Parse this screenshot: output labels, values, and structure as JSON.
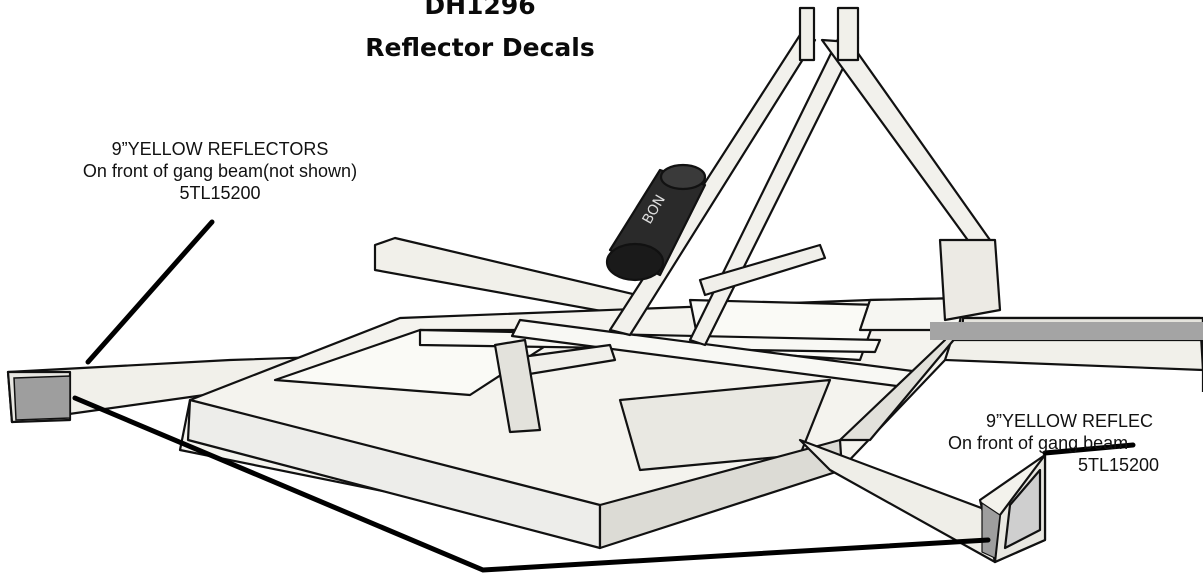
{
  "title": {
    "line1": "DH1296",
    "line2": "Reflector Decals"
  },
  "callouts": {
    "left": {
      "line1": "9”YELLOW REFLECTORS",
      "line2": "On front of gang beam(not shown)",
      "line3": "5TL15200"
    },
    "right": {
      "line1": "9”YELLOW REFLEC",
      "line2": "On front of gang beam",
      "line3": "5TL15200"
    }
  },
  "colors": {
    "ink": "#111111",
    "frame": "#f1f0ea",
    "reflector": "#9e9e9e"
  }
}
